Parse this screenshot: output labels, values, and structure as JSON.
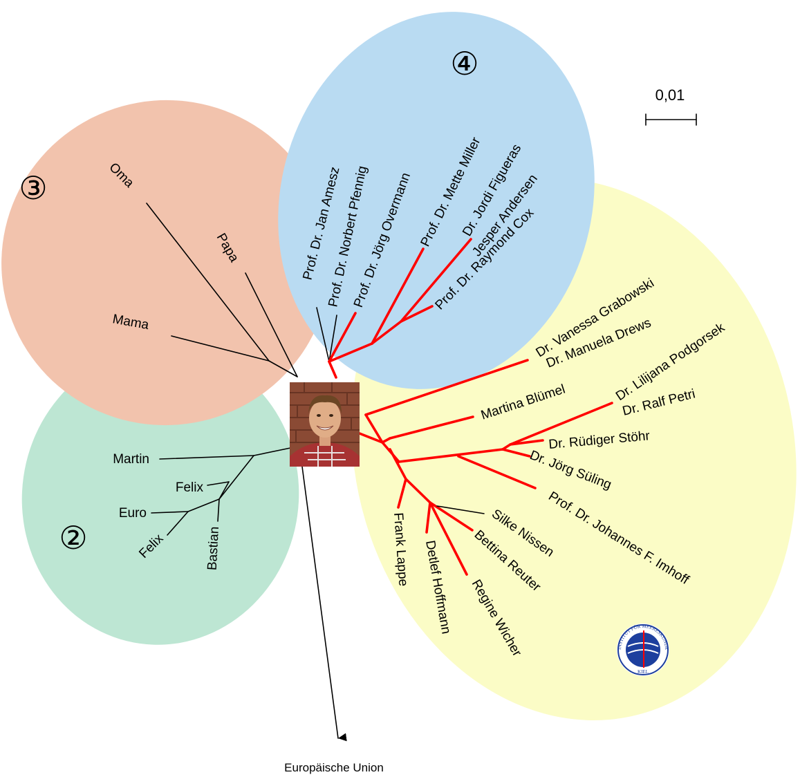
{
  "colors": {
    "group2": "#bde6d3",
    "group3": "#f2c3ad",
    "group4": "#b9dbf2",
    "group5": "#fbfcc6",
    "highlight": "#ff0000",
    "default": "#000000"
  },
  "groups": {
    "g2": "②",
    "g3": "③",
    "g4": "④"
  },
  "scale_bar": {
    "label": "0,01"
  },
  "footer": {
    "label": "Europäische Union"
  },
  "portrait": {
    "description": "photo"
  },
  "leaves": {
    "oma": "Oma",
    "papa": "Papa",
    "mama": "Mama",
    "martin": "Martin",
    "felix1": "Felix",
    "euro": "Euro",
    "felix2": "Felix",
    "bastian": "Bastian",
    "jan": "Prof. Dr. Jan Amesz",
    "norbert": "Prof. Dr. Norbert Pfennig",
    "joerg_o": "Prof. Dr. Jörg Overmann",
    "mette": "Prof. Dr. Mette Miller",
    "jordi": "Dr. Jordi Figueras",
    "jesper": "Jesper Andersen",
    "raymond": "Prof. Dr. Raymond Cox",
    "vanessa": "Dr. Vanessa Grabowski",
    "manuela": "Dr. Manuela Drews",
    "martina": "Martina Blümel",
    "lilijana": "Dr. Lilijana Podgorsek",
    "ralf": "Dr. Ralf Petri",
    "ruediger": "Dr. Rüdiger Stöhr",
    "joerg_s": "Dr. Jörg Süling",
    "johannes": "Prof. Dr. Johannes F. Imhoff",
    "silke": "Silke Nissen",
    "bettina": "Bettina Reuter",
    "regine": "Regine Wicher",
    "detlef": "Detlef Hoffmann",
    "frank": "Frank Lappe"
  }
}
